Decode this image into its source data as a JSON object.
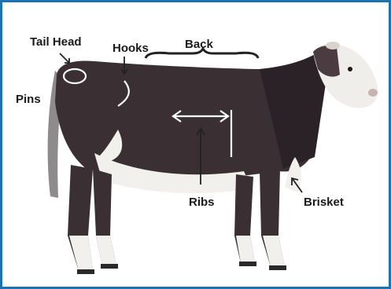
{
  "labels": {
    "tail_head": "Tail Head",
    "hooks": "Hooks",
    "back": "Back",
    "pins": "Pins",
    "ribs": "Ribs",
    "brisket": "Brisket"
  },
  "colors": {
    "border": "#1b73b3",
    "body": "#3a3034",
    "white_markings": "#f2f0ec",
    "annotation": "#ffffff"
  }
}
